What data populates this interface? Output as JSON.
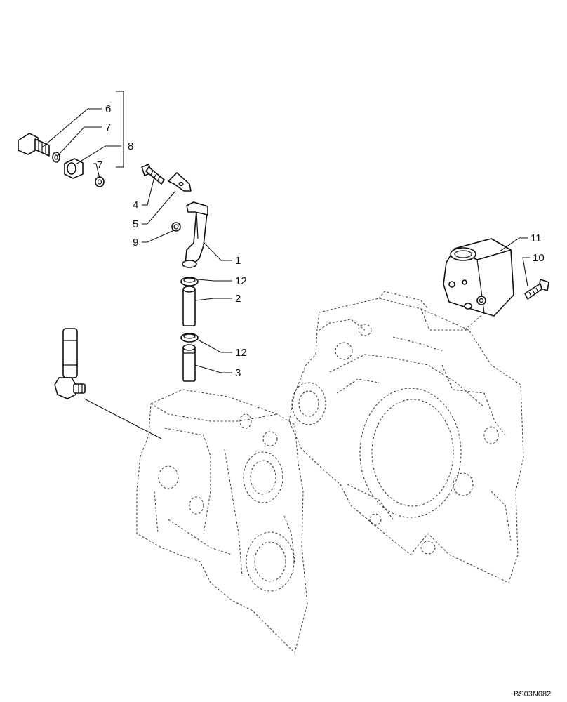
{
  "callouts": {
    "c6": "6",
    "c7a": "7",
    "c8": "8",
    "c7b": "7",
    "c4": "4",
    "c5": "5",
    "c9": "9",
    "c1": "1",
    "c12a": "12",
    "c2": "2",
    "c12b": "12",
    "c3": "3",
    "c11": "11",
    "c10": "10"
  },
  "drawing_ref": "BS03N082",
  "icons": {
    "banjo_bolt": "banjo-bolt-icon",
    "sealing_washer": "sealing-washer-icon",
    "oil_pipe": "oil-pipe-icon",
    "bolt": "bolt-icon",
    "bracket": "bracket-icon",
    "elbow": "elbow-fitting-icon",
    "clamp": "hose-clamp-icon",
    "hose": "hose-icon",
    "pump": "pump-icon",
    "housing_left": "timing-cover-icon",
    "housing_right": "flywheel-housing-icon"
  }
}
